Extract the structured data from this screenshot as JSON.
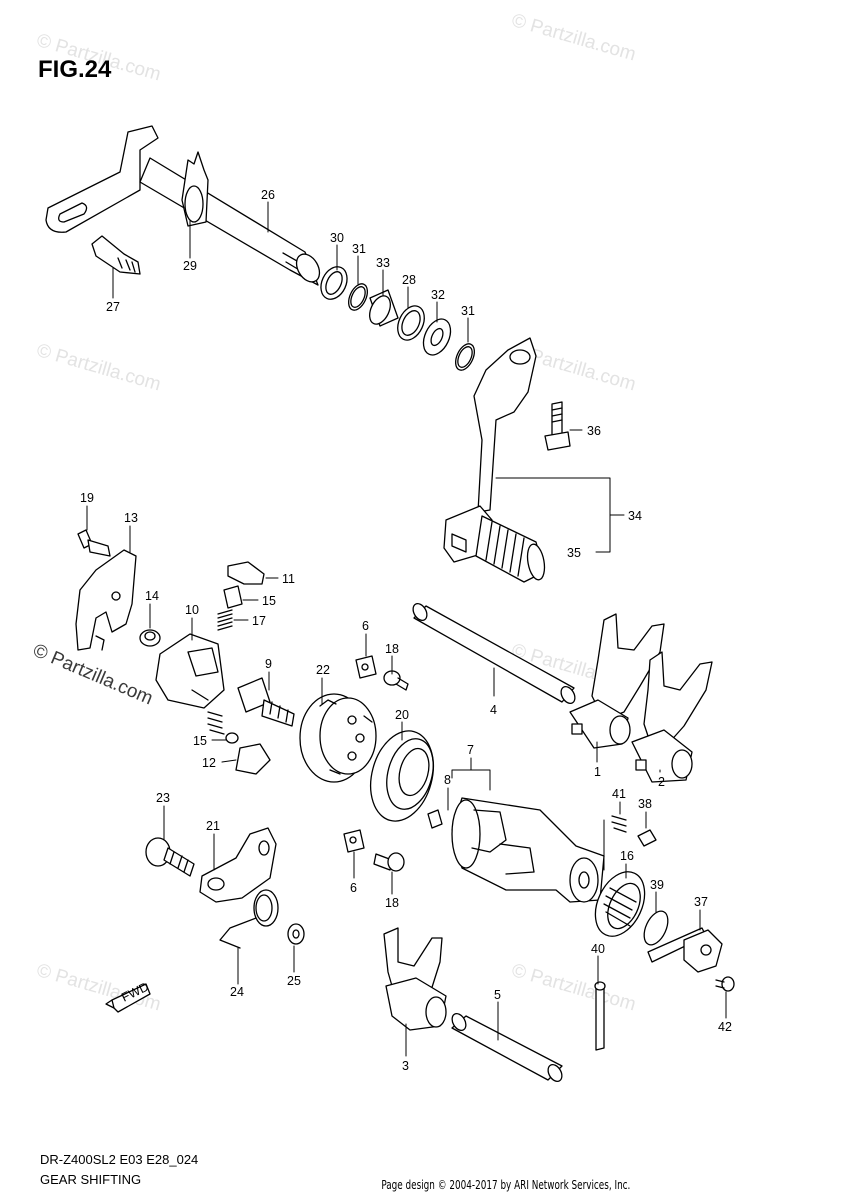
{
  "figure": {
    "title": "FIG.24",
    "model_code": "DR-Z400SL2 E03 E28_024",
    "section_name": "GEAR SHIFTING",
    "credit": "Page design © 2004-2017 by ARI Network Services, Inc.",
    "watermark": "© Partzilla.com",
    "brand_watermark": "© Partzilla.com",
    "fwd_label": "FWD"
  },
  "callouts": [
    {
      "id": "c26",
      "label": "26"
    },
    {
      "id": "c29",
      "label": "29"
    },
    {
      "id": "c27",
      "label": "27"
    },
    {
      "id": "c30",
      "label": "30"
    },
    {
      "id": "c31a",
      "label": "31"
    },
    {
      "id": "c33",
      "label": "33"
    },
    {
      "id": "c28",
      "label": "28"
    },
    {
      "id": "c32",
      "label": "32"
    },
    {
      "id": "c31b",
      "label": "31"
    },
    {
      "id": "c36",
      "label": "36"
    },
    {
      "id": "c34",
      "label": "34"
    },
    {
      "id": "c35",
      "label": "35"
    },
    {
      "id": "c19",
      "label": "19"
    },
    {
      "id": "c13",
      "label": "13"
    },
    {
      "id": "c14",
      "label": "14"
    },
    {
      "id": "c10",
      "label": "10"
    },
    {
      "id": "c11",
      "label": "11"
    },
    {
      "id": "c15a",
      "label": "15"
    },
    {
      "id": "c17",
      "label": "17"
    },
    {
      "id": "c6a",
      "label": "6"
    },
    {
      "id": "c18a",
      "label": "18"
    },
    {
      "id": "c9",
      "label": "9"
    },
    {
      "id": "c22",
      "label": "22"
    },
    {
      "id": "c20",
      "label": "20"
    },
    {
      "id": "c15b",
      "label": "15"
    },
    {
      "id": "c12",
      "label": "12"
    },
    {
      "id": "c4",
      "label": "4"
    },
    {
      "id": "c7",
      "label": "7"
    },
    {
      "id": "c8",
      "label": "8"
    },
    {
      "id": "c1",
      "label": "1"
    },
    {
      "id": "c2",
      "label": "2"
    },
    {
      "id": "c41",
      "label": "41"
    },
    {
      "id": "c38",
      "label": "38"
    },
    {
      "id": "c16",
      "label": "16"
    },
    {
      "id": "c39",
      "label": "39"
    },
    {
      "id": "c23",
      "label": "23"
    },
    {
      "id": "c21",
      "label": "21"
    },
    {
      "id": "c6b",
      "label": "6"
    },
    {
      "id": "c18b",
      "label": "18"
    },
    {
      "id": "c37",
      "label": "37"
    },
    {
      "id": "c40",
      "label": "40"
    },
    {
      "id": "c24",
      "label": "24"
    },
    {
      "id": "c25",
      "label": "25"
    },
    {
      "id": "c42",
      "label": "42"
    },
    {
      "id": "c5",
      "label": "5"
    },
    {
      "id": "c3",
      "label": "3"
    }
  ]
}
